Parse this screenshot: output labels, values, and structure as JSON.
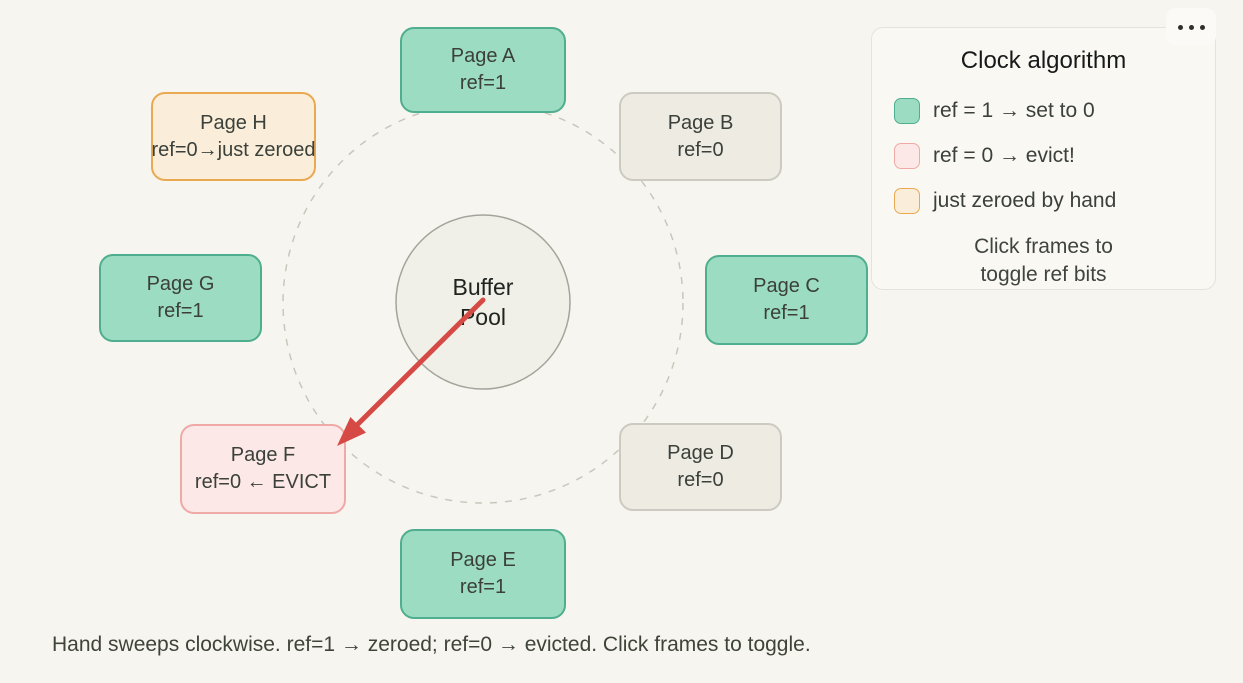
{
  "palette": {
    "background": "#f7f5ef",
    "ref1_fill": "#9cdcc3",
    "ref1_border": "#4fae8f",
    "ref0_fill": "#edebe2",
    "ref0_border": "#cdcbc1",
    "evict_fill": "#fce8e6",
    "evict_border": "#efaaa7",
    "zeroed_fill": "#faeeda",
    "zeroed_border": "#eaa951",
    "arrow": "#d64a46",
    "hub_fill": "#f0efe8",
    "hub_border": "#a5a49b",
    "dashed_ring": "#c9c7bc"
  },
  "header": {
    "more_options_icon": "ellipsis"
  },
  "legend": {
    "title": "Clock algorithm",
    "items": [
      {
        "label": "ref = 1 → set to 0",
        "state": "ref1"
      },
      {
        "label": "ref = 0 → evict!",
        "state": "evict"
      },
      {
        "label": "just zeroed by hand",
        "state": "zeroed"
      }
    ],
    "note_line1": "Click frames to",
    "note_line2": "toggle ref bits"
  },
  "hub": {
    "label_line1": "Buffer",
    "label_line2": "Pool"
  },
  "pages": [
    {
      "name": "Page A",
      "ref": "ref=1",
      "state": "ref1"
    },
    {
      "name": "Page B",
      "ref": "ref=0",
      "state": "ref0"
    },
    {
      "name": "Page C",
      "ref": "ref=1",
      "state": "ref1"
    },
    {
      "name": "Page D",
      "ref": "ref=0",
      "state": "ref0"
    },
    {
      "name": "Page E",
      "ref": "ref=1",
      "state": "ref1"
    },
    {
      "name": "Page F",
      "ref": "ref=0 ← EVICT",
      "state": "evict"
    },
    {
      "name": "Page G",
      "ref": "ref=1",
      "state": "ref1"
    },
    {
      "name": "Page H",
      "ref": "ref=0→just zeroed",
      "state": "zeroed"
    }
  ],
  "caption": "Hand sweeps clockwise. ref=1 → zeroed; ref=0 → evicted. Click frames to toggle."
}
